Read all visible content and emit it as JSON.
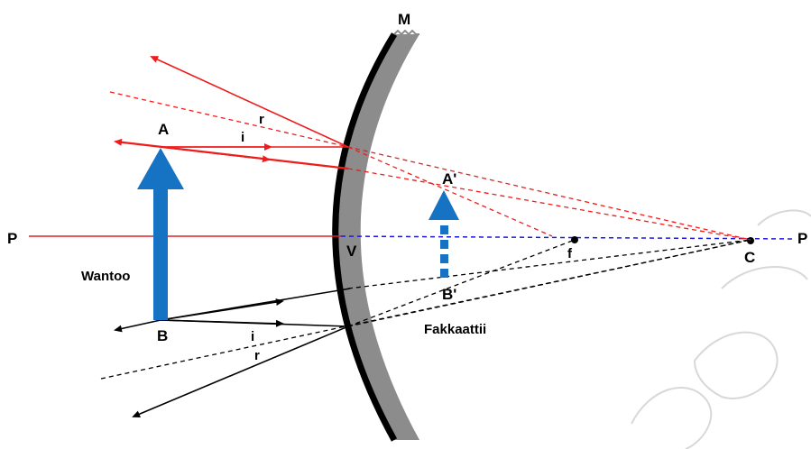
{
  "labels": {
    "mirror": "M",
    "axis_left": "P",
    "axis_right": "P",
    "object_top": "A",
    "object_bottom": "B",
    "image_top": "A'",
    "image_bottom": "B'",
    "vertex": "V",
    "focus": "f",
    "center": "C",
    "object_caption": "Wantoo",
    "image_caption": "Fakkaattii",
    "incidence_top": "i",
    "reflection_top": "r",
    "incidence_bottom": "i",
    "reflection_bottom": "r"
  },
  "colors": {
    "principal_axis": "#e02020",
    "axis_dashed": "#1a1adf",
    "red_rays": "#ee1c1c",
    "black_rays": "#000000",
    "object_arrow": "#1672c2",
    "mirror_body": "#8c8c8c",
    "mirror_edge": "#000000",
    "watermark": "#d8d8d8"
  }
}
